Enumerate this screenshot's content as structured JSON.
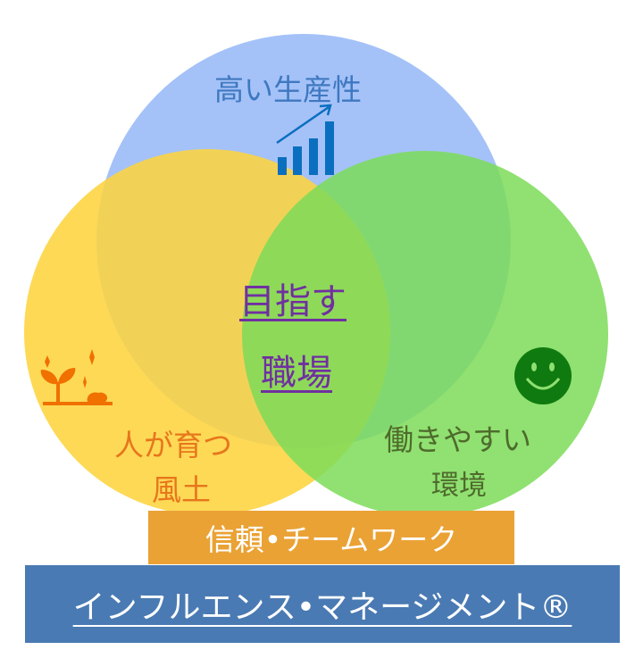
{
  "venn": {
    "top_label": "高い生産性",
    "center_line1": "目指す",
    "center_line2": "職場",
    "left_line1": "人が育つ",
    "left_line2": "風土",
    "right_line1": "働きやすい",
    "right_line2": "環境"
  },
  "foundation": {
    "trust_label": "信頼•チームワーク",
    "base_label": "インフルエンス•マネージメント®"
  },
  "colors": {
    "blue_circle": "#a4c2f8",
    "yellow_circle": "#fdd64c",
    "green_circle": "#86e064",
    "trust_bar": "#eaa235",
    "base_bar": "#4a7ab3"
  }
}
